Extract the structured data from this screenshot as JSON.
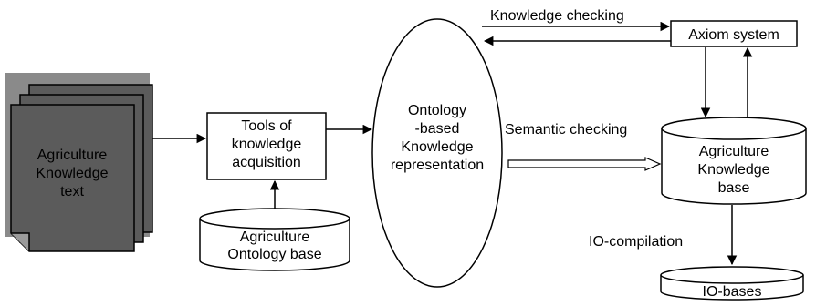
{
  "nodes": {
    "text_doc": [
      "Agriculture",
      "Knowledge",
      "text"
    ],
    "tools": [
      "Tools of",
      "knowledge",
      "acquisition"
    ],
    "ontology_base": [
      "Agriculture",
      "Ontology base"
    ],
    "representation": [
      "Ontology",
      "-based",
      "Knowledge",
      "representation"
    ],
    "axiom": "Axiom system",
    "knowledge_base": [
      "Agriculture",
      "Knowledge",
      "base"
    ],
    "io_bases": "IO-bases"
  },
  "edge_labels": {
    "knowledge_checking": "Knowledge checking",
    "semantic_checking": "Semantic checking",
    "io_compilation": "IO-compilation"
  }
}
